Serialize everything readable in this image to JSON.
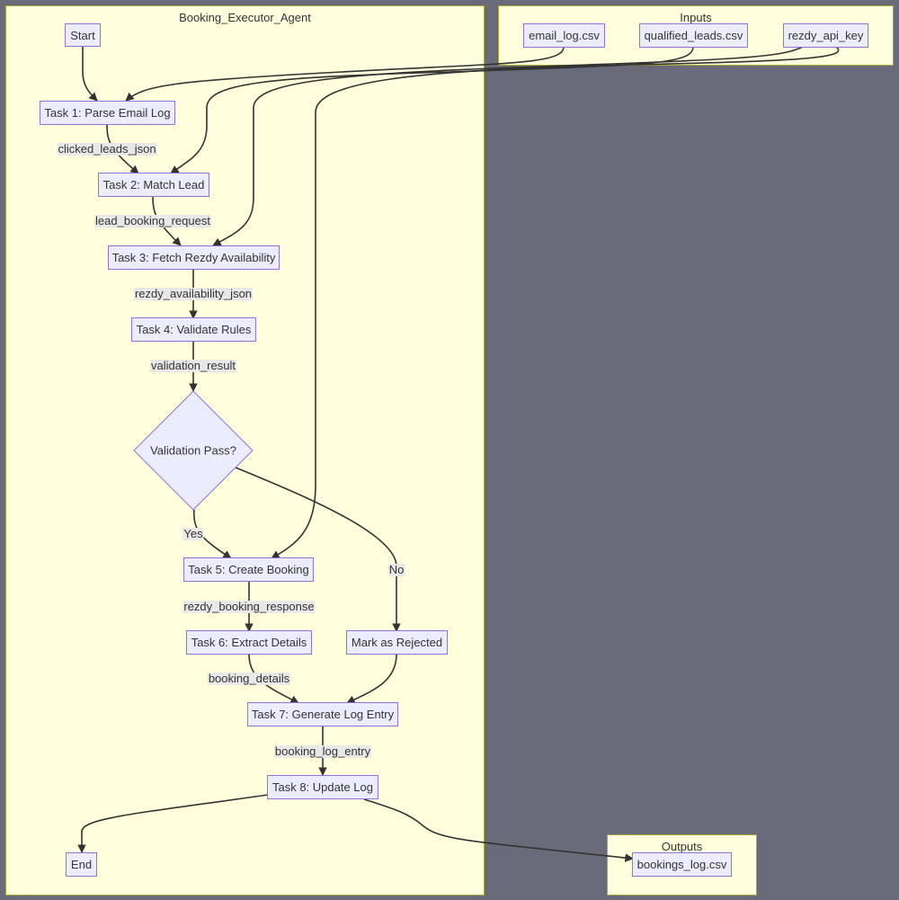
{
  "clusters": {
    "agent": "Booking_Executor_Agent",
    "inputs": "Inputs",
    "outputs": "Outputs"
  },
  "nodes": {
    "start": "Start",
    "task1": "Task 1: Parse Email Log",
    "task2": "Task 2: Match Lead",
    "task3": "Task 3: Fetch Rezdy Availability",
    "task4": "Task 4: Validate Rules",
    "decision": "Validation Pass?",
    "task5": "Task 5: Create Booking",
    "task6": "Task 6: Extract Details",
    "rejected": "Mark as Rejected",
    "task7": "Task 7: Generate Log Entry",
    "task8": "Task 8: Update Log",
    "end": "End",
    "email_log": "email_log.csv",
    "qualified_leads": "qualified_leads.csv",
    "rezdy_api_key": "rezdy_api_key",
    "bookings_log": "bookings_log.csv"
  },
  "edge_labels": {
    "clicked_leads_json": "clicked_leads_json",
    "lead_booking_request": "lead_booking_request",
    "rezdy_availability_json": "rezdy_availability_json",
    "validation_result": "validation_result",
    "yes": "Yes",
    "no": "No",
    "rezdy_booking_response": "rezdy_booking_response",
    "booking_details": "booking_details",
    "booking_log_entry": "booking_log_entry"
  }
}
